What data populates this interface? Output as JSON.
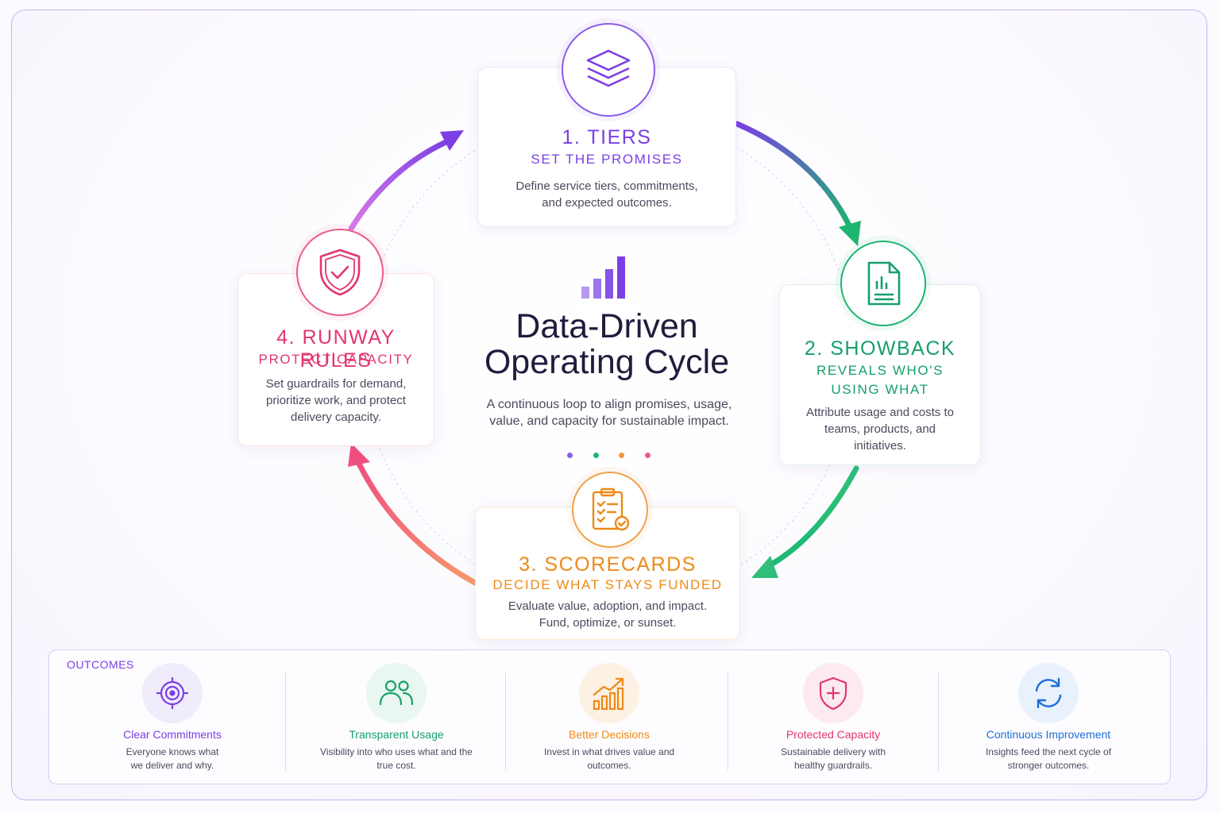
{
  "center": {
    "title_line1": "Data-Driven",
    "title_line2": "Operating Cycle",
    "description": "A continuous loop to align promises, usage, value, and capacity for sustainable impact."
  },
  "steps": [
    {
      "title": "1. TIERS",
      "subtitle": "SET THE PROMISES",
      "description": "Define service tiers, commitments, and expected outcomes.",
      "icon": "layers-icon",
      "color": "#7b3fe4"
    },
    {
      "title": "2. SHOWBACK",
      "subtitle": "REVEALS WHO'S USING WHAT",
      "description": "Attribute usage and costs to teams, products, and initiatives.",
      "icon": "report-document-icon",
      "color": "#16a06a"
    },
    {
      "title": "3. SCORECARDS",
      "subtitle": "DECIDE WHAT STAYS FUNDED",
      "description": "Evaluate value, adoption, and impact. Fund, optimize, or sunset.",
      "icon": "clipboard-check-icon",
      "color": "#ee8a17"
    },
    {
      "title": "4. RUNWAY RULES",
      "subtitle": "PROTECT CAPACITY",
      "description": "Set guardrails for demand, prioritize work, and protect delivery capacity.",
      "icon": "shield-check-icon",
      "color": "#e2366f"
    }
  ],
  "outcomes": {
    "label": "OUTCOMES",
    "items": [
      {
        "title": "Clear Commitments",
        "description": "Everyone knows what we deliver and why.",
        "icon": "target-icon",
        "color": "#7b3fe4"
      },
      {
        "title": "Transparent Usage",
        "description": "Visibility into who uses what and the true cost.",
        "icon": "users-icon",
        "color": "#16a06a"
      },
      {
        "title": "Better Decisions",
        "description": "Invest in what drives value and outcomes.",
        "icon": "trend-up-chart-icon",
        "color": "#ee8a17"
      },
      {
        "title": "Protected Capacity",
        "description": "Sustainable delivery with healthy guardrails.",
        "icon": "shield-plus-icon",
        "color": "#e2366f"
      },
      {
        "title": "Continuous Improvement",
        "description": "Insights feed the next cycle of stronger outcomes.",
        "icon": "refresh-cycle-icon",
        "color": "#1c6fd6"
      }
    ]
  }
}
